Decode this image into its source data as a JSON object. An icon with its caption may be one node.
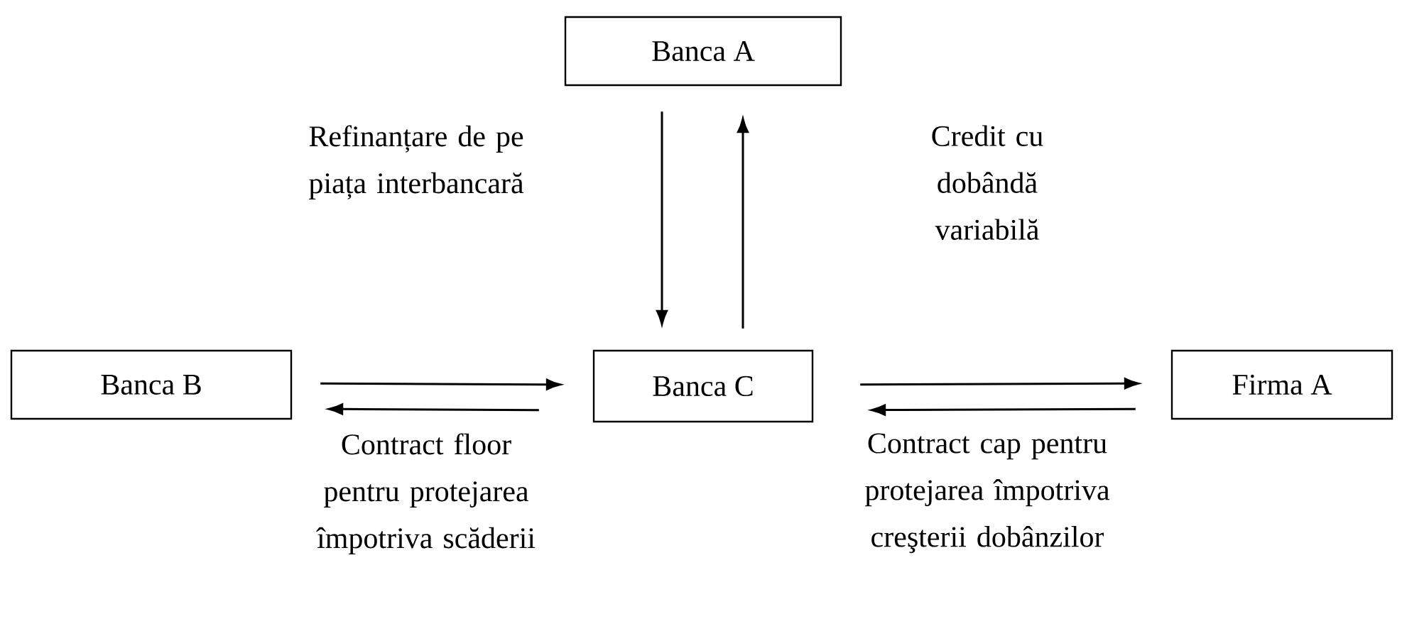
{
  "diagram": {
    "nodes": [
      {
        "text": [
          "Banca A"
        ]
      },
      {
        "text": [
          "Banca B"
        ]
      },
      {
        "text": [
          "Banca C"
        ]
      },
      {
        "text": [
          "Firma A"
        ]
      }
    ],
    "edges": [
      {
        "from": 0,
        "to": 2,
        "arrow": "to"
      },
      {
        "from": 2,
        "to": 0,
        "arrow": "to"
      },
      {
        "from": 1,
        "to": 2,
        "arrow": "to"
      },
      {
        "from": 2,
        "to": 1,
        "arrow": "to"
      },
      {
        "from": 2,
        "to": 3,
        "arrow": "to"
      },
      {
        "from": 3,
        "to": 2,
        "arrow": "to"
      }
    ],
    "labels": [
      "Refinanțare de pe piața interbancară",
      "Credit cu dobândă variabilă",
      "Contract floor pentru protejarea împotriva scăderii",
      "Contract cap pentru protejarea împotriva creşterii dobânzilor"
    ]
  }
}
